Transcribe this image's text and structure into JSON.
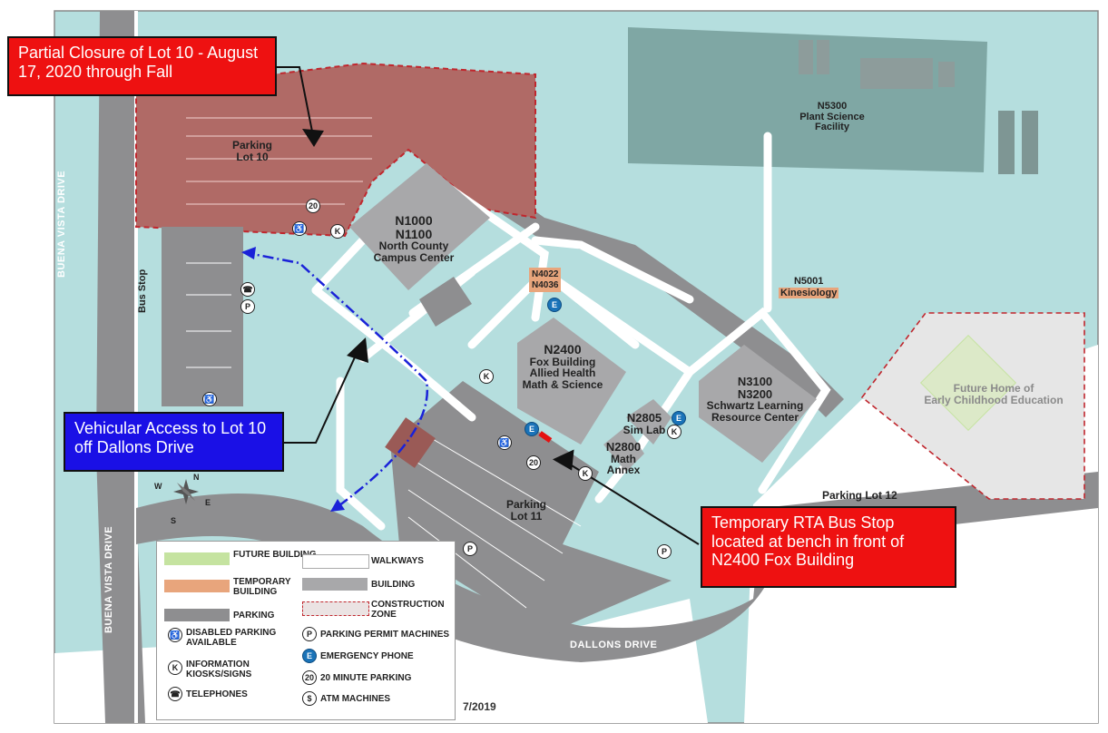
{
  "roads": {
    "buena_vista_top": "BUENA VISTA DRIVE",
    "buena_vista_bottom": "BUENA VISTA DRIVE",
    "dallons": "DALLONS DRIVE",
    "bus_stop": "Bus Stop"
  },
  "buildings": {
    "n5300": {
      "code": "N5300",
      "name1": "Plant Science",
      "name2": "Facility"
    },
    "n1000": {
      "code1": "N1000",
      "code2": "N1100",
      "name1": "North County",
      "name2": "Campus Center"
    },
    "n2400": {
      "code": "N2400",
      "name1": "Fox Building",
      "name2": "Allied Health",
      "name3": "Math & Science"
    },
    "n3100": {
      "code1": "N3100",
      "code2": "N3200",
      "name1": "Schwartz Learning",
      "name2": "Resource Center"
    },
    "n2805": {
      "code": "N2805",
      "name": "Sim Lab"
    },
    "n2800": {
      "code": "N2800",
      "name1": "Math",
      "name2": "Annex"
    },
    "n5001": {
      "code": "N5001",
      "name": "Kinesiology"
    },
    "n4022": {
      "code1": "N4022",
      "code2": "N4036"
    },
    "future": {
      "name1": "Future Home of",
      "name2": "Early Childhood Education"
    }
  },
  "parking": {
    "lot10": {
      "name1": "Parking",
      "name2": "Lot 10"
    },
    "lot11": {
      "name1": "Parking",
      "name2": "Lot 11"
    },
    "lot12": "Parking Lot 12"
  },
  "callouts": {
    "closure": "Partial Closure of Lot 10 - August 17, 2020 through Fall",
    "access": "Vehicular Access to Lot 10 off Dallons Drive",
    "bus": "Temporary RTA Bus Stop located at bench in front of N2400 Fox Building"
  },
  "symbols": {
    "k": "K",
    "p": "P",
    "e": "E",
    "twenty": "20",
    "dollar": "$"
  },
  "compass": {
    "n": "N",
    "s": "S",
    "e": "E",
    "w": "W"
  },
  "legend": {
    "future": "FUTURE BUILDING",
    "temporary": "TEMPORARY BUILDING",
    "parking": "PARKING",
    "walkways": "WALKWAYS",
    "building": "BUILDING",
    "construction": "CONSTRUCTION ZONE",
    "disabled": "DISABLED PARKING AVAILABLE",
    "info": "INFORMATION KIOSKS/SIGNS",
    "telephones": "TELEPHONES",
    "permit": "PARKING PERMIT MACHINES",
    "emergency": "EMERGENCY PHONE",
    "twenty": "20 MINUTE PARKING",
    "atm": "ATM MACHINES"
  },
  "date": "7/2019",
  "colors": {
    "ground": "#b5dede",
    "building": "#a8a8aa",
    "parking": "#8e8e90",
    "construction": "#b06a66",
    "temporary": "#e8a57c",
    "future": "#c5e3a0",
    "callout_red": "#ee1111",
    "callout_blue": "#1a10e6"
  }
}
